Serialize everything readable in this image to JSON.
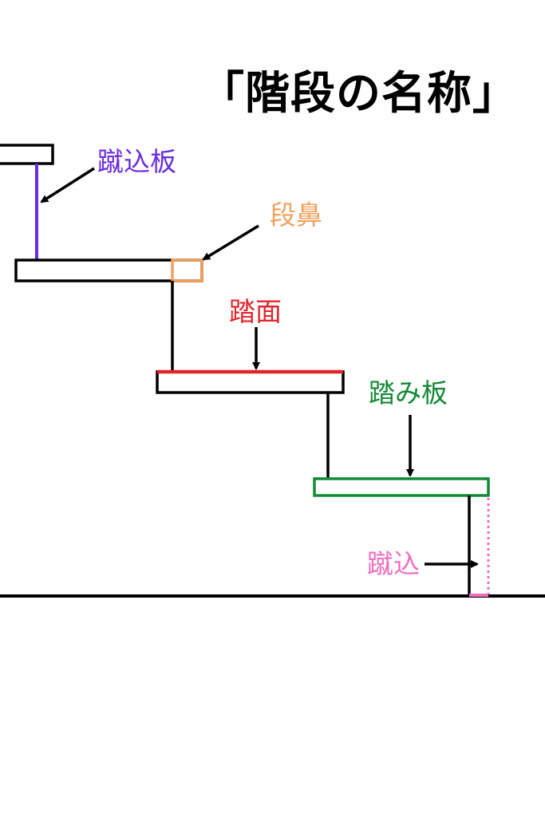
{
  "title": "「階段の名称」",
  "labels": {
    "kekomi_ita": "蹴込板",
    "dan_bana": "段鼻",
    "fumizura": "踏面",
    "fumi_ita": "踏み板",
    "kekomi": "蹴込"
  },
  "colors": {
    "kekomi_ita": "#6a2ce0",
    "dan_bana": "#f2a15c",
    "fumizura": "#e3242b",
    "fumi_ita": "#138a35",
    "kekomi": "#ee6fc0",
    "structure": "#000000"
  }
}
